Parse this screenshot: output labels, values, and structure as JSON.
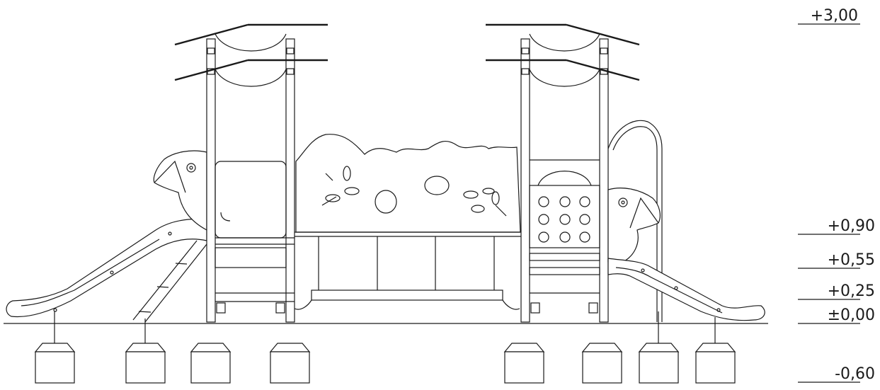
{
  "elevations": [
    {
      "label": "+3,00"
    },
    {
      "label": "+0,90"
    },
    {
      "label": "+0,55"
    },
    {
      "label": "+0,25"
    },
    {
      "label": "±0,00"
    },
    {
      "label": "-0,60"
    }
  ],
  "colors": {
    "line": "#1a1a1a",
    "background": "#ffffff"
  }
}
